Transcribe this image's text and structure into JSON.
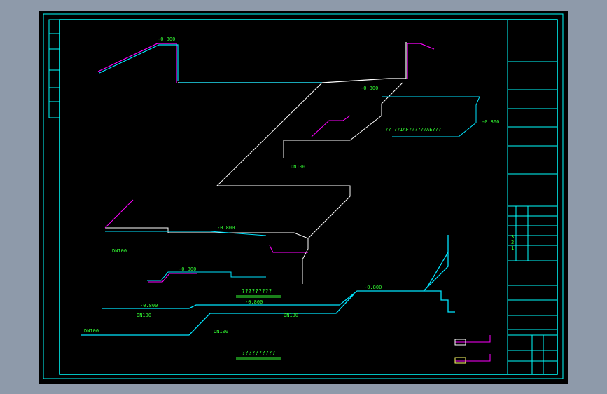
{
  "drawing": {
    "titles": [
      "?????????",
      "??????????"
    ],
    "legend_note": "?? ??1AF??????AE???",
    "labels": [
      "-0.800",
      "-0.800",
      "-0.800",
      "-0.800",
      "-0.800",
      "-0.800",
      "-0.800",
      "-0.800",
      "DN100",
      "DN100",
      "DN100",
      "DN100",
      "DN100",
      "DN100"
    ],
    "title_block": {
      "revisions": [
        "3",
        "2",
        "1"
      ]
    }
  },
  "colors": {
    "background": "#000000",
    "frame": "#00ffff",
    "pipe_main": "#00e5ff",
    "pipe_alt": "#ff00ff",
    "pipe_white": "#ffffff",
    "text": "#33ff33"
  }
}
